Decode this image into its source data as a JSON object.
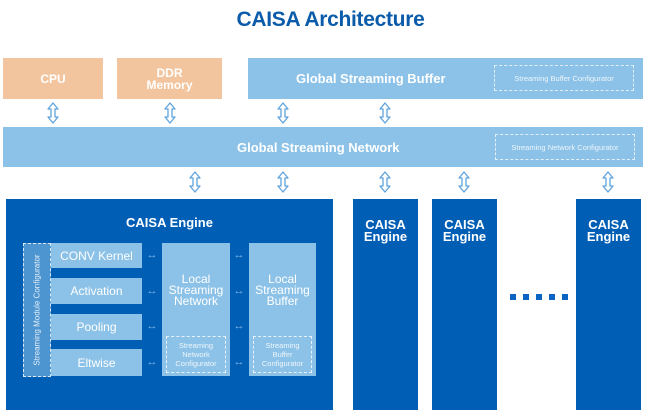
{
  "title": "CAISA Architecture",
  "top_row": {
    "cpu": {
      "label": "CPU"
    },
    "ddr": {
      "line1": "DDR",
      "line2": "Memory"
    },
    "global_buffer": {
      "label": "Global Streaming Buffer",
      "configurator": "Streaming Buffer Configurator"
    }
  },
  "global_network": {
    "label": "Global Streaming Network",
    "configurator": "Streaming Network Configurator"
  },
  "main_engine": {
    "label": "CAISA Engine",
    "module_configurator": "Streaming Module Configurator",
    "modules": [
      {
        "label": "CONV Kernel"
      },
      {
        "label": "Activation"
      },
      {
        "label": "Pooling"
      },
      {
        "label": "Eltwise"
      }
    ],
    "local_network": {
      "line1": "Local",
      "line2": "Streaming",
      "line3": "Network",
      "cfg1": "Streaming",
      "cfg2": "Network",
      "cfg3": "Configurator"
    },
    "local_buffer": {
      "line1": "Local",
      "line2": "Streaming",
      "line3": "Buffer",
      "cfg1": "Streaming",
      "cfg2": "Buffer",
      "cfg3": "Configurator"
    },
    "h_arrow": "↔"
  },
  "other_engines": [
    {
      "line1": "CAISA",
      "line2": "Engine"
    },
    {
      "line1": "CAISA",
      "line2": "Engine"
    },
    {
      "line1": "CAISA",
      "line2": "Engine"
    }
  ],
  "ellipsis_dots": 5,
  "colors": {
    "title": "#0b5bab",
    "peach": "#f3c59e",
    "light_blue": "#8cc2e7",
    "engine_blue": "#005eb5",
    "arrow": "#5fa3dc"
  }
}
